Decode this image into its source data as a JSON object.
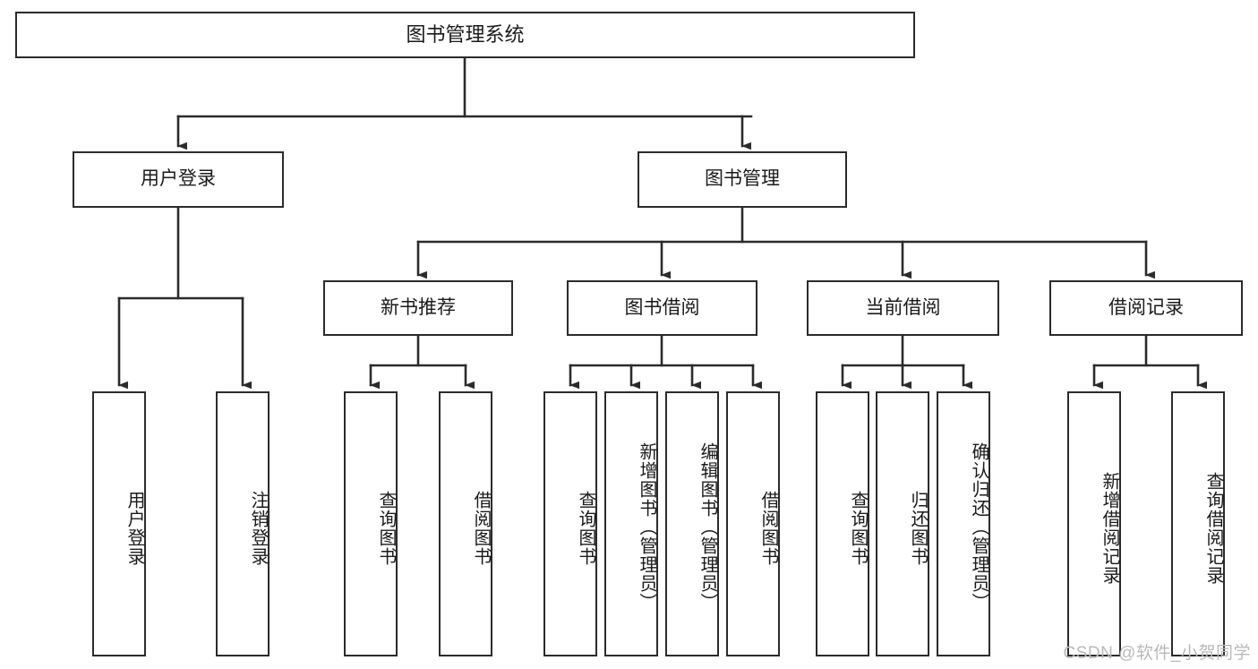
{
  "diagram": {
    "title": "图书管理系统",
    "type": "tree",
    "watermark": "CSDN @软件_小贺同学",
    "colors": {
      "background": "#ffffff",
      "box_border": "#2b2b2b",
      "box_fill": "#ffffff",
      "connector": "#2b2b2b",
      "text": "#1a1a1a",
      "watermark": "#b9b9b9"
    },
    "nodes": {
      "root": {
        "label": "图书管理系统"
      },
      "level2": [
        {
          "id": "user-login",
          "label": "用户登录"
        },
        {
          "id": "book-manage",
          "label": "图书管理"
        }
      ],
      "level3": [
        {
          "id": "new-book-recommend",
          "label": "新书推荐"
        },
        {
          "id": "book-borrow",
          "label": "图书借阅"
        },
        {
          "id": "current-borrow",
          "label": "当前借阅"
        },
        {
          "id": "borrow-record",
          "label": "借阅记录"
        }
      ],
      "leaves": [
        {
          "id": "leaf-user-login",
          "parent": "user-login",
          "label": "用户登录"
        },
        {
          "id": "leaf-user-logout",
          "parent": "user-login",
          "label": "注销登录"
        },
        {
          "id": "leaf-query-book-1",
          "parent": "new-book-recommend",
          "label": "查询图书"
        },
        {
          "id": "leaf-borrow-book-1",
          "parent": "new-book-recommend",
          "label": "借阅图书"
        },
        {
          "id": "leaf-query-book-2",
          "parent": "book-borrow",
          "label": "查询图书"
        },
        {
          "id": "leaf-add-book",
          "parent": "book-borrow",
          "label": "新增图书（管理员）"
        },
        {
          "id": "leaf-edit-book",
          "parent": "book-borrow",
          "label": "编辑图书（管理员）"
        },
        {
          "id": "leaf-borrow-book-2",
          "parent": "book-borrow",
          "label": "借阅图书"
        },
        {
          "id": "leaf-query-book-3",
          "parent": "current-borrow",
          "label": "查询图书"
        },
        {
          "id": "leaf-return-book",
          "parent": "current-borrow",
          "label": "归还图书"
        },
        {
          "id": "leaf-confirm-return",
          "parent": "current-borrow",
          "label": "确认归还（管理员）"
        },
        {
          "id": "leaf-add-record",
          "parent": "borrow-record",
          "label": "新增借阅记录"
        },
        {
          "id": "leaf-query-record",
          "parent": "borrow-record",
          "label": "查询借阅记录"
        }
      ]
    }
  }
}
